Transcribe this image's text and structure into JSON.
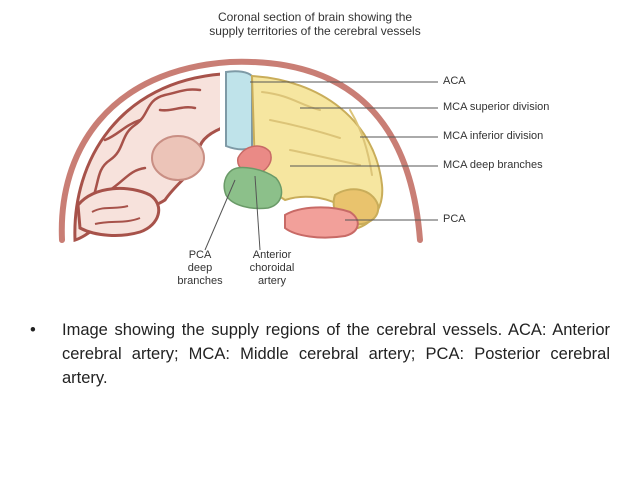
{
  "diagram": {
    "title_line1": "Coronal section of brain showing the",
    "title_line2": "supply territories of the cerebral vessels",
    "labels": {
      "aca": "ACA",
      "mca_superior": "MCA superior division",
      "mca_inferior": "MCA inferior division",
      "mca_deep": "MCA deep branches",
      "pca": "PCA",
      "pca_deep": [
        "PCA",
        "deep",
        "branches"
      ],
      "anterior_choroidal": [
        "Anterior",
        "choroidal",
        "artery"
      ]
    },
    "colors": {
      "aca": "#bfe3ea",
      "mca": "#f6e6a0",
      "pca": "#f2a09a",
      "pca_deep": "#8cc08a",
      "choroidal": "#ea8a86",
      "brain": "#f7e2dc",
      "outline": "#a7524a"
    }
  },
  "caption": {
    "bullet": "•",
    "text": "Image showing the supply regions of the cerebral vessels. ACA: Anterior cerebral artery; MCA: Middle cerebral artery; PCA: Posterior cerebral artery."
  }
}
